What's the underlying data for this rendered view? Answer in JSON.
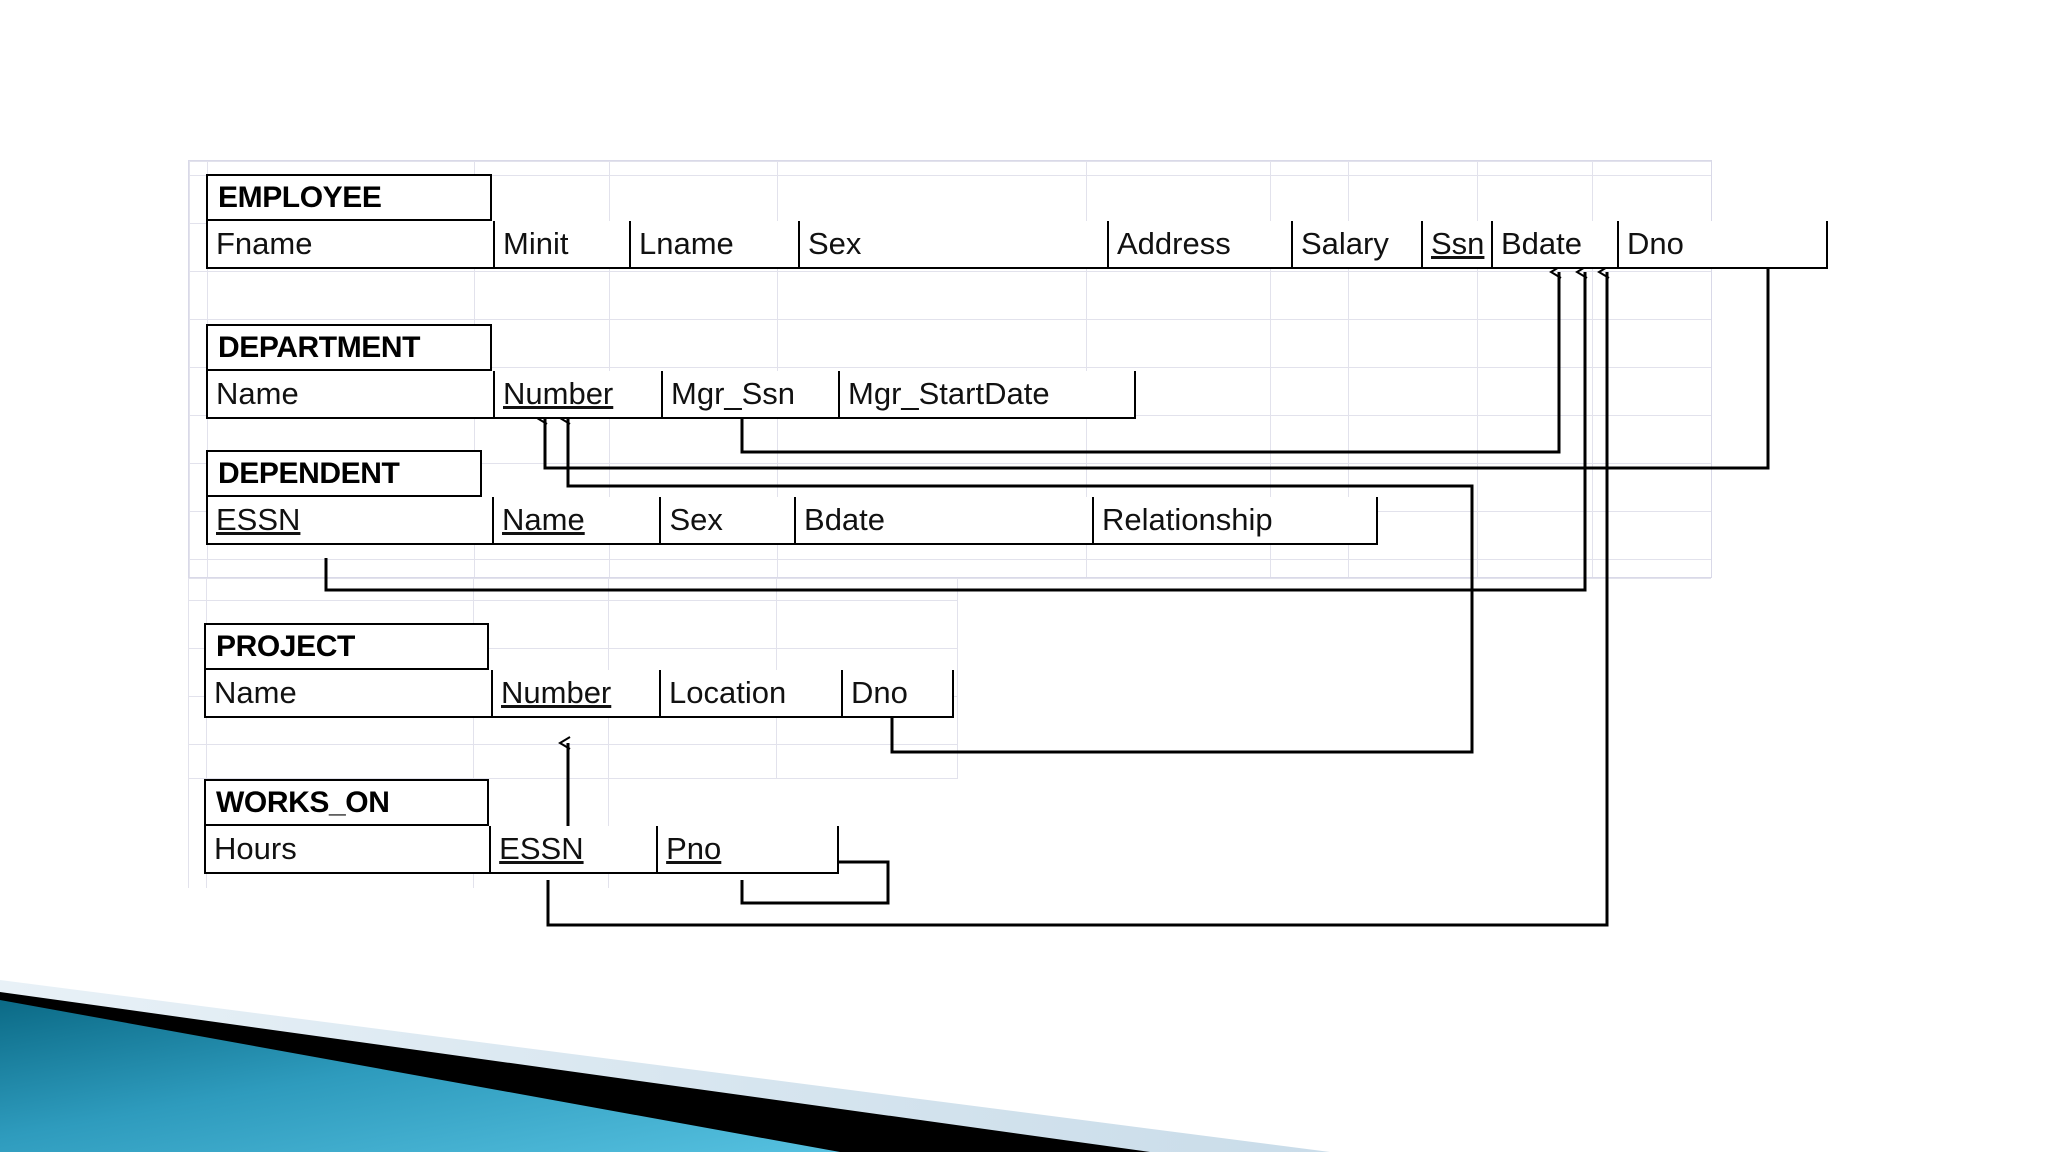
{
  "slide": {
    "background_color": "#ffffff",
    "decoration": {
      "name": "bottom-left-corner-banner",
      "teal_dark": "#0c6f8c",
      "teal_light": "#4fb9d9",
      "black": "#000000",
      "pale_blue": "#dfeaf2"
    }
  },
  "diagram": {
    "type": "relational-schema",
    "relations": [
      {
        "name": "EMPLOYEE",
        "attributes": [
          {
            "label": "Fname",
            "key": false
          },
          {
            "label": "Minit",
            "key": false
          },
          {
            "label": "Lname",
            "key": false
          },
          {
            "label": "Sex",
            "key": false
          },
          {
            "label": "Address",
            "key": false
          },
          {
            "label": "Salary",
            "key": false
          },
          {
            "label": "Ssn",
            "key": true
          },
          {
            "label": "Bdate",
            "key": false
          },
          {
            "label": "Dno",
            "key": false
          }
        ]
      },
      {
        "name": "DEPARTMENT",
        "attributes": [
          {
            "label": "Name",
            "key": false
          },
          {
            "label": "Number",
            "key": true
          },
          {
            "label": "Mgr_Ssn",
            "key": false
          },
          {
            "label": "Mgr_StartDate",
            "key": false
          }
        ]
      },
      {
        "name": "DEPENDENT",
        "attributes": [
          {
            "label": "ESSN",
            "key": true
          },
          {
            "label": "Name",
            "key": true
          },
          {
            "label": "Sex",
            "key": false
          },
          {
            "label": "Bdate",
            "key": false
          },
          {
            "label": "Relationship",
            "key": false
          }
        ]
      },
      {
        "name": "PROJECT",
        "attributes": [
          {
            "label": "Name",
            "key": false
          },
          {
            "label": "Number",
            "key": true
          },
          {
            "label": "Location",
            "key": false
          },
          {
            "label": "Dno",
            "key": false
          }
        ]
      },
      {
        "name": "WORKS_ON",
        "attributes": [
          {
            "label": "Hours",
            "key": false
          },
          {
            "label": "ESSN",
            "key": true
          },
          {
            "label": "Pno",
            "key": true
          }
        ]
      }
    ],
    "foreign_keys": [
      {
        "from_relation": "EMPLOYEE",
        "from_attribute": "Dno",
        "to_relation": "DEPARTMENT",
        "to_attribute": "Number"
      },
      {
        "from_relation": "DEPARTMENT",
        "from_attribute": "Mgr_Ssn",
        "to_relation": "EMPLOYEE",
        "to_attribute": "Ssn"
      },
      {
        "from_relation": "DEPENDENT",
        "from_attribute": "ESSN",
        "to_relation": "EMPLOYEE",
        "to_attribute": "Ssn"
      },
      {
        "from_relation": "PROJECT",
        "from_attribute": "Dno",
        "to_relation": "DEPARTMENT",
        "to_attribute": "Number"
      },
      {
        "from_relation": "WORKS_ON",
        "from_attribute": "ESSN",
        "to_relation": "EMPLOYEE",
        "to_attribute": "Ssn"
      },
      {
        "from_relation": "WORKS_ON",
        "from_attribute": "Pno",
        "to_relation": "PROJECT",
        "to_attribute": "Number"
      }
    ]
  }
}
